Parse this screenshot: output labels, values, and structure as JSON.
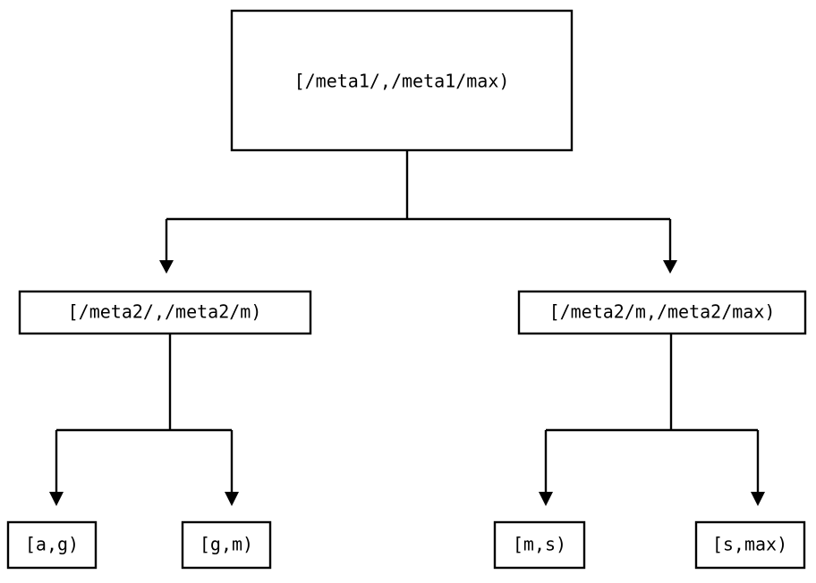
{
  "diagram": {
    "type": "tree",
    "title": "",
    "background_color": "#ffffff",
    "line_color": "#000000",
    "text_color": "#000000",
    "levels": 3,
    "root": {
      "id": "root",
      "label": "[/meta1/,/meta1/max)"
    },
    "internal_nodes": [
      {
        "id": "mid-left",
        "label": "[/meta2/,/meta2/m)"
      },
      {
        "id": "mid-right",
        "label": "[/meta2/m,/meta2/max)"
      }
    ],
    "leaves": [
      {
        "id": "leaf-a-g",
        "label": "[a,g)"
      },
      {
        "id": "leaf-g-m",
        "label": "[g,m)"
      },
      {
        "id": "leaf-m-s",
        "label": "[m,s)"
      },
      {
        "id": "leaf-s-max",
        "label": "[s,max)"
      }
    ],
    "edges": [
      {
        "from": "root",
        "to": "mid-left"
      },
      {
        "from": "root",
        "to": "mid-right"
      },
      {
        "from": "mid-left",
        "to": "leaf-a-g"
      },
      {
        "from": "mid-left",
        "to": "leaf-g-m"
      },
      {
        "from": "mid-right",
        "to": "leaf-m-s"
      },
      {
        "from": "mid-right",
        "to": "leaf-s-max"
      }
    ]
  }
}
